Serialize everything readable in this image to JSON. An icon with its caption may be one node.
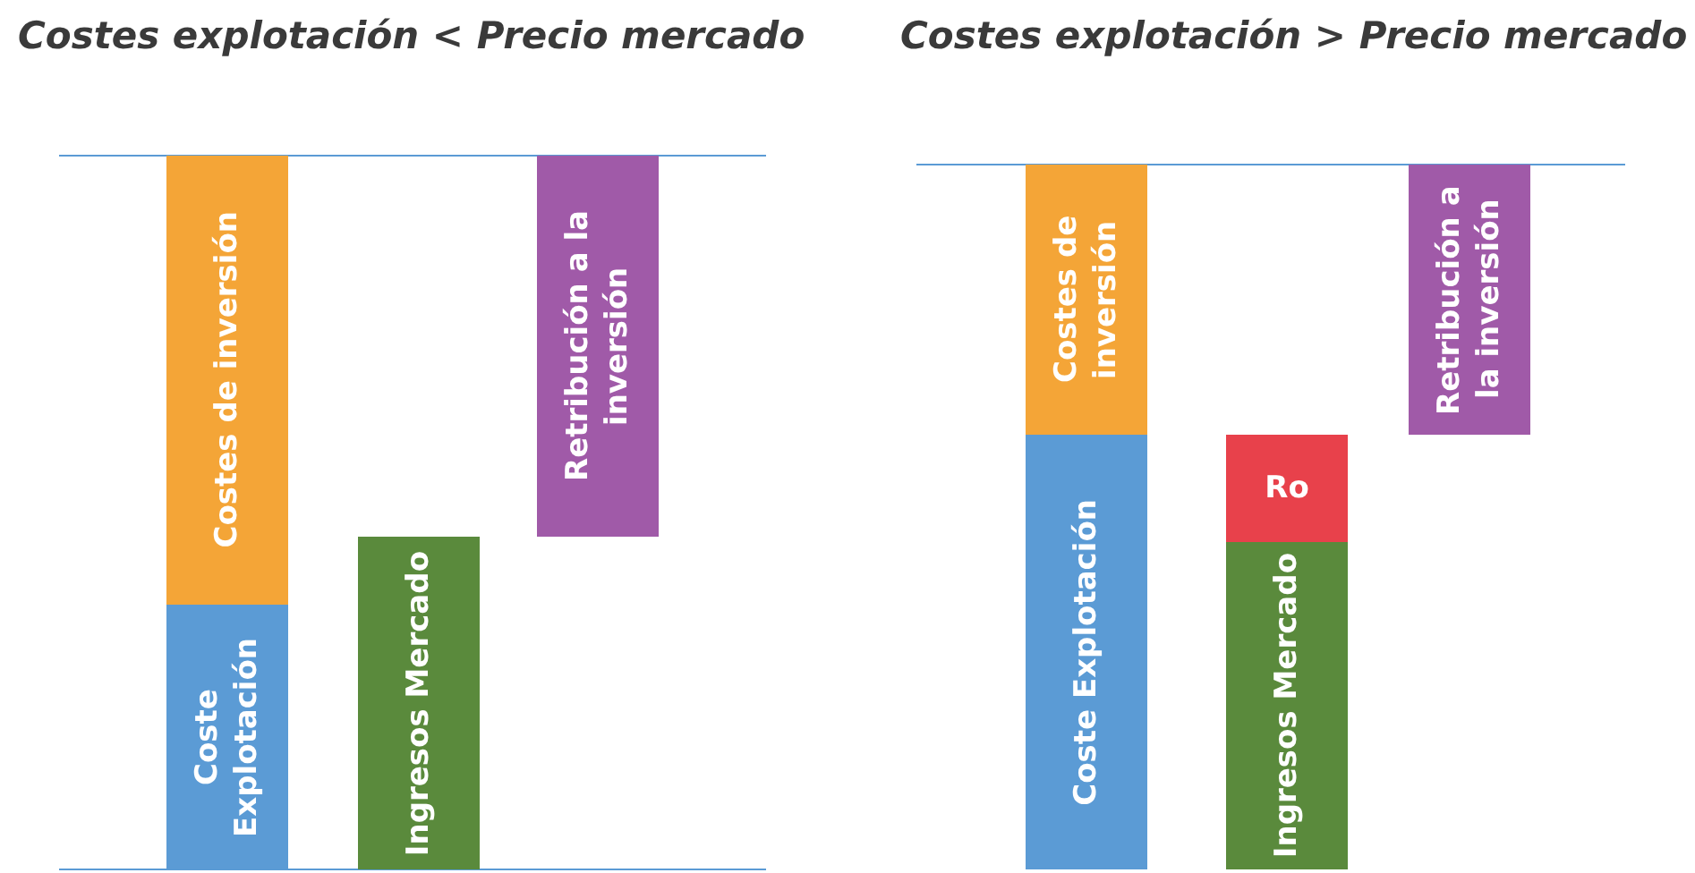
{
  "diagram": {
    "nodes": [
      {
        "text": [
          "Costes de inversión"
        ]
      },
      {
        "text": [
          "Coste Explotación"
        ]
      },
      {
        "text": [
          "Ingresos Mercado"
        ]
      },
      {
        "text": [
          "Retribución a la inversión"
        ]
      },
      {
        "text": [
          "Costes de inversión"
        ]
      },
      {
        "text": [
          "Coste Explotación"
        ]
      },
      {
        "text": [
          "Ro"
        ]
      },
      {
        "text": [
          "Ingresos Mercado"
        ]
      },
      {
        "text": [
          "Retribución a la inversión"
        ]
      }
    ],
    "labels": [
      "Costes explotación < Precio mercado",
      "Costes explotación > Precio mercado"
    ]
  }
}
